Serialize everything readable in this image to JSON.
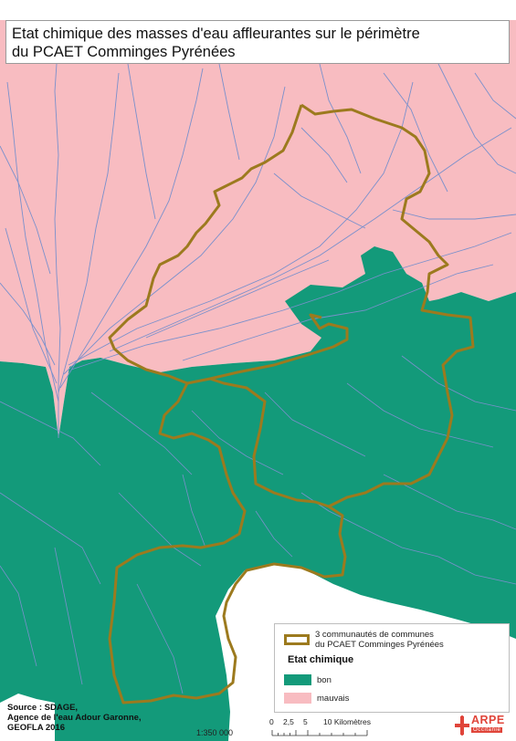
{
  "title": {
    "line1": "Etat chimique des masses d'eau affleurantes sur le périmètre",
    "line2": "du PCAET Comminges Pyrénées"
  },
  "legend": {
    "boundary_line1": "3 communautés de communes",
    "boundary_line2": "du PCAET Comminges Pyrénées",
    "section_title": "Etat chimique",
    "items": [
      {
        "label": "bon",
        "color": "#139a7a"
      },
      {
        "label": "mauvais",
        "color": "#f8bcc1"
      }
    ],
    "boundary_color": "#9c7a1e"
  },
  "source": {
    "line1": "Source : SDAGE,",
    "line2": "Agence de l'eau Adour Garonne,",
    "line3": "GEOFLA 2016"
  },
  "scale": {
    "ratio": "1:350 000",
    "ticks": [
      "0",
      "2,5",
      "5",
      "10 Kilomètres"
    ]
  },
  "logo": {
    "text": "ARPE",
    "subtext": "Occitanie"
  },
  "colors": {
    "river": "#7a90cc",
    "background": "#ffffff"
  }
}
